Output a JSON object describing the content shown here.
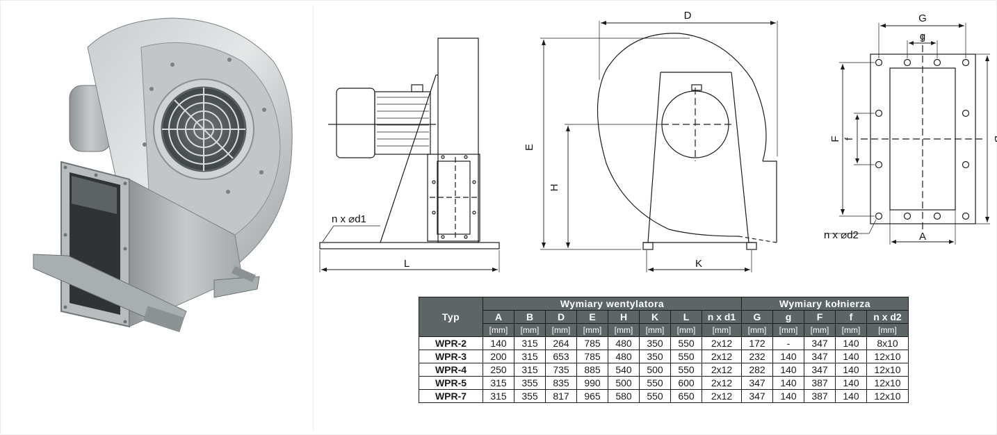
{
  "drawing_labels": {
    "side_view": {
      "d1": "n x ⌀d1",
      "L": "L"
    },
    "front_view": {
      "D": "D",
      "E": "E",
      "H": "H",
      "K": "K"
    },
    "flange_view": {
      "G": "G",
      "g": "g",
      "F": "F",
      "f": "f",
      "B": "B",
      "A": "A",
      "d2": "n x ⌀d2"
    }
  },
  "table": {
    "typ_header": "Typ",
    "group_fan": "Wymiary wentylatora",
    "group_flange": "Wymiary kołnierza",
    "columns": [
      "A",
      "B",
      "D",
      "E",
      "H",
      "K",
      "L",
      "n x d1",
      "G",
      "g",
      "F",
      "f",
      "n x d2"
    ],
    "units": [
      "[mm]",
      "[mm]",
      "[mm]",
      "[mm]",
      "[mm]",
      "[mm]",
      "[mm]",
      "[mm]",
      "[mm]",
      "[mm]",
      "[mm]",
      "[mm]",
      "[mm]"
    ],
    "rows": [
      {
        "typ": "WPR-2",
        "values": [
          "140",
          "315",
          "264",
          "785",
          "480",
          "350",
          "550",
          "2x12",
          "172",
          "-",
          "347",
          "140",
          "8x10"
        ]
      },
      {
        "typ": "WPR-3",
        "values": [
          "200",
          "315",
          "653",
          "785",
          "480",
          "350",
          "550",
          "2x12",
          "232",
          "140",
          "347",
          "140",
          "12x10"
        ]
      },
      {
        "typ": "WPR-4",
        "values": [
          "250",
          "315",
          "735",
          "885",
          "540",
          "500",
          "550",
          "2x12",
          "282",
          "140",
          "347",
          "140",
          "12x10"
        ]
      },
      {
        "typ": "WPR-5",
        "values": [
          "315",
          "355",
          "835",
          "990",
          "500",
          "550",
          "600",
          "2x12",
          "347",
          "140",
          "387",
          "140",
          "12x10"
        ]
      },
      {
        "typ": "WPR-7",
        "values": [
          "315",
          "355",
          "817",
          "965",
          "580",
          "550",
          "650",
          "2x12",
          "347",
          "140",
          "387",
          "140",
          "12x10"
        ]
      }
    ]
  },
  "colors": {
    "header_bg": "#5d6566",
    "metal_light": "#d7dadb",
    "metal_dark": "#8d9294",
    "line": "#1a1a1a"
  }
}
